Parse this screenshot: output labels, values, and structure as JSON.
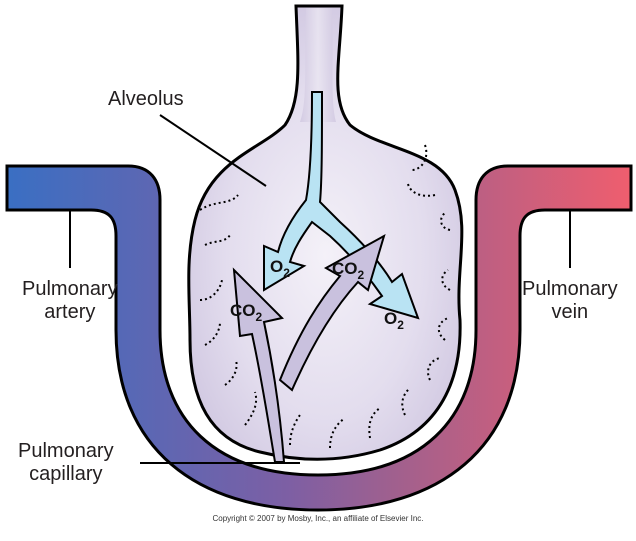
{
  "labels": {
    "alveolus": "Alveolus",
    "artery_line1": "Pulmonary",
    "artery_line2": "artery",
    "vein_line1": "Pulmonary",
    "vein_line2": "vein",
    "capillary_line1": "Pulmonary",
    "capillary_line2": "capillary"
  },
  "gases": {
    "o2_in": {
      "base": "O",
      "sub": "2"
    },
    "co2_out": {
      "base": "CO",
      "sub": "2"
    },
    "co2_mid": {
      "base": "CO",
      "sub": "2"
    },
    "o2_out": {
      "base": "O",
      "sub": "2"
    }
  },
  "copyright": "Copyright © 2007 by Mosby, Inc., an affiliate of Elsevier Inc.",
  "colors": {
    "deoxygenated_blood": "#3a6fc3",
    "mixed_blood": "#8a5e9e",
    "oxygenated_blood": "#e8596a",
    "alveolus_fill": "#ddd6eb",
    "o2_arrow": "#b9e3f3",
    "co2_arrow": "#c9c1de",
    "outline": "#000000"
  }
}
